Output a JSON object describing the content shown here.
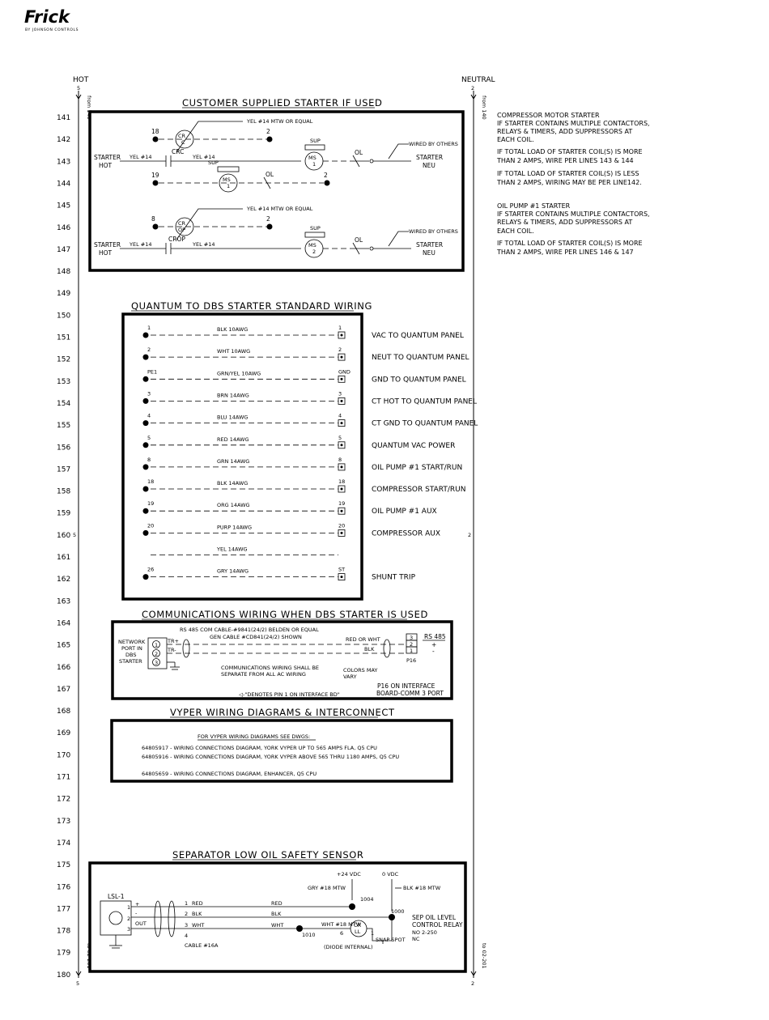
{
  "brand": {
    "name": "Frick",
    "sub": "BY JOHNSON CONTROLS"
  },
  "rails": {
    "hot": {
      "label": "HOT",
      "num": "5",
      "from": "from 140",
      "to": "to 02-201"
    },
    "neutral": {
      "label": "NEUTRAL",
      "num": "2",
      "from": "from 140",
      "to": "to 02-201"
    },
    "mid_marks": [
      "5",
      "2"
    ]
  },
  "line_numbers": [
    "141",
    "142",
    "143",
    "144",
    "145",
    "146",
    "147",
    "148",
    "149",
    "150",
    "151",
    "152",
    "153",
    "154",
    "155",
    "156",
    "157",
    "158",
    "159",
    "160",
    "161",
    "162",
    "163",
    "164",
    "165",
    "166",
    "167",
    "168",
    "169",
    "170",
    "171",
    "172",
    "173",
    "174",
    "175",
    "176",
    "177",
    "178",
    "179",
    "180"
  ],
  "section1": {
    "title": "CUSTOMER SUPPLIED STARTER IF USED",
    "labels": {
      "t18": "18",
      "t2a": "2",
      "yel_a": "YEL #14 MTW OR EQUAL",
      "cr_c": "CR",
      "cr_c2": "C",
      "starter_hot": "STARTER",
      "hot": "HOT",
      "yel14": "YEL #14",
      "crc": "CRC",
      "sup": "SUP",
      "ms": "MS",
      "ms1": "1",
      "ol": "OL",
      "wired": "WIRED BY OTHERS",
      "starter_neu": "STARTER",
      "neu": "NEU",
      "t19": "19",
      "t2b": "2",
      "t8": "8",
      "t2c": "2",
      "cr_op": "CR",
      "cr_op2": "OP",
      "crop": "CROP",
      "ms2": "2"
    }
  },
  "notes_right": [
    "COMPRESSOR MOTOR STARTER",
    "IF STARTER CONTAINS MULTIPLE CONTACTORS,",
    "RELAYS & TIMERS, ADD SUPPRESSORS AT",
    "EACH COIL.",
    "IF TOTAL LOAD OF STARTER COIL(S) IS MORE",
    "THAN 2 AMPS, WIRE PER LINES 143 & 144",
    "IF TOTAL LOAD OF STARTER COIL(S) IS LESS",
    "THAN 2 AMPS, WIRING MAY BE PER LINE142.",
    "OIL PUMP #1 STARTER",
    "IF STARTER CONTAINS MULTIPLE CONTACTORS,",
    "RELAYS & TIMERS, ADD SUPPRESSORS AT",
    "EACH COIL.",
    "IF TOTAL LOAD OF STARTER COIL(S) IS MORE",
    "THAN 2 AMPS, WIRE PER LINES 146 & 147"
  ],
  "section2": {
    "title": "QUANTUM TO DBS STARTER STANDARD WIRING",
    "rows": [
      {
        "left": "1",
        "wire": "BLK 10AWG",
        "right": "1",
        "desc": "VAC TO QUANTUM PANEL"
      },
      {
        "left": "2",
        "wire": "WHT 10AWG",
        "right": "2",
        "desc": "NEUT TO QUANTUM PANEL"
      },
      {
        "left": "PE1",
        "wire": "GRN/YEL 10AWG",
        "right": "GND",
        "desc": "GND TO QUANTUM PANEL"
      },
      {
        "left": "3",
        "wire": "BRN 14AWG",
        "right": "3",
        "desc": "CT HOT TO QUANTUM PANEL"
      },
      {
        "left": "4",
        "wire": "BLU 14AWG",
        "right": "4",
        "desc": "CT GND TO QUANTUM PANEL"
      },
      {
        "left": "5",
        "wire": "RED 14AWG",
        "right": "5",
        "desc": "QUANTUM VAC POWER"
      },
      {
        "left": "8",
        "wire": "GRN 14AWG",
        "right": "8",
        "desc": "OIL PUMP #1 START/RUN"
      },
      {
        "left": "18",
        "wire": "BLK 14AWG",
        "right": "18",
        "desc": "COMPRESSOR START/RUN"
      },
      {
        "left": "19",
        "wire": "ORG 14AWG",
        "right": "19",
        "desc": "OIL PUMP #1 AUX"
      },
      {
        "left": "20",
        "wire": "PURP 14AWG",
        "right": "20",
        "desc": "COMPRESSOR AUX"
      },
      {
        "left": "",
        "wire": "YEL 14AWG",
        "right": "",
        "desc": ""
      },
      {
        "left": "26",
        "wire": "GRY 14AWG",
        "right": "ST",
        "desc": "SHUNT TRIP"
      }
    ]
  },
  "section3": {
    "title": "COMMUNICATIONS WIRING WHEN DBS STARTER IS USED",
    "cable1": "RS 485 COM CABLE-#9841(24/2) BELDEN OR EQUAL",
    "cable2": "GEN CABLE #CD841(24/2) SHOWN",
    "port": [
      "NETWORK",
      "PORT IN",
      "DBS",
      "STARTER"
    ],
    "pins": [
      "1",
      "2",
      "3"
    ],
    "trp": "TR+",
    "trm": "TR-",
    "red_wht": "RED OR WHT",
    "blk": "BLK",
    "sep": [
      "COMMUNICATIONS WIRING SHALL BE",
      "SEPARATE FROM ALL AC WIRING"
    ],
    "colors": [
      "COLORS MAY",
      "VARY"
    ],
    "term": [
      "3",
      "2",
      "1"
    ],
    "rs485": "RS 485",
    "plus": "+",
    "minus": "-",
    "p16": "P16",
    "interface": [
      "P16 ON INTERFACE",
      "BOARD-COMM 3 PORT"
    ],
    "denotes": "◁-\"DENOTES PIN 1 ON INTERFACE BD\""
  },
  "section4": {
    "title": "VYPER WIRING DIAGRAMS & INTERCONNECT",
    "heading": "FOR VYPER WIRING DIAGRAMS SEE DWGS:",
    "items": [
      "64805917  -  WIRING CONNECTIONS DIAGRAM, YORK VYPER UP TO 565 AMPS FLA, Q5 CPU",
      "64805916  -  WIRING CONNECTIONS DIAGRAM, YORK VYPER ABOVE 565 THRU 1180 AMPS, Q5 CPU",
      "64805659  -  WIRING CONNECTIONS DIAGRAM, ENHANCER, Q5 CPU"
    ]
  },
  "section5": {
    "title": "SEPARATOR LOW OIL SAFETY SENSOR",
    "v24": "+24 VDC",
    "v0": "0 VDC",
    "gry": "GRY #18 MTW",
    "blk18": "BLK #18 MTW",
    "lsl": "LSL-1",
    "plus": "+",
    "minus": "-",
    "out": "OUT",
    "pins": [
      "1",
      "2",
      "3"
    ],
    "wires": [
      "1",
      "2",
      "3",
      "4"
    ],
    "wcolors": [
      "RED",
      "BLK",
      "WHT"
    ],
    "longcolors": [
      "RED",
      "BLK",
      "WHT"
    ],
    "cable": "CABLE #16A",
    "wht18": "WHT #18 MTW",
    "n1004": "1004",
    "n1000": "1000",
    "n1010": "1010",
    "cr": "CR",
    "ll": "LL",
    "six": "6",
    "one": "1",
    "diode": "(DIODE INTERNAL)",
    "snap": "SNAP SPOT",
    "relay": [
      "SEP OIL LEVEL",
      "CONTROL RELAY",
      "NO 2-250",
      "NC"
    ]
  }
}
